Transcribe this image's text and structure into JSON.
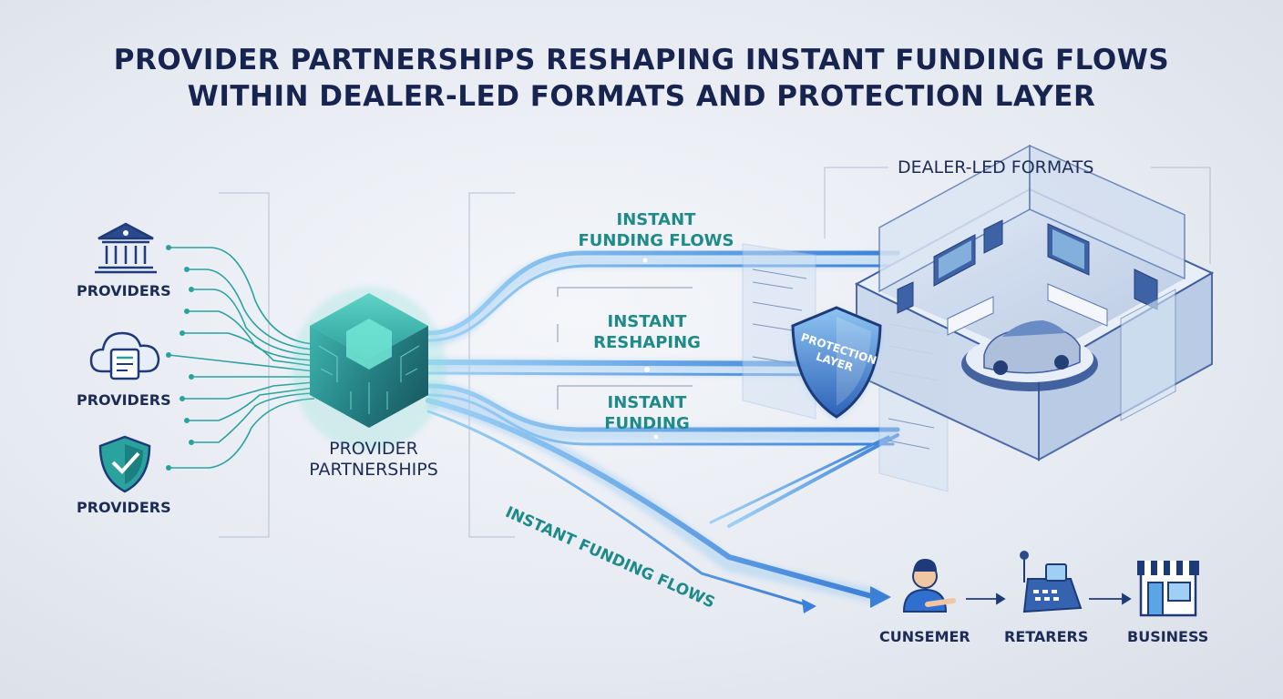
{
  "title": {
    "line1": "PROVIDER PARTNERSHIPS RESHAPING INSTANT FUNDING FLOWS",
    "line2": "WITHIN DEALER-LED FORMATS AND PROTECTION LAYER"
  },
  "providers": [
    {
      "icon": "bank-icon",
      "label": "PROVIDERS"
    },
    {
      "icon": "cloud-document-icon",
      "label": "PROVIDERS"
    },
    {
      "icon": "shield-check-icon",
      "label": "PROVIDERS"
    }
  ],
  "hub": {
    "icon": "hexagon-cube-icon",
    "line1": "PROVIDER",
    "line2": "PARTNERSHIPS"
  },
  "flows": [
    {
      "line1": "INSTANT",
      "line2": "FUNDING FLOWS"
    },
    {
      "line1": "INSTANT",
      "line2": "RESHAPING"
    },
    {
      "line1": "INSTANT",
      "line2": "FUNDING"
    }
  ],
  "diagonal_flow": "INSTANT FUNDING FLOWS",
  "dealer": {
    "label": "DEALER-LED FORMATS",
    "icon": "showroom-car-icon"
  },
  "protection": {
    "line1": "PROTECTION",
    "line2": "LAYER",
    "icon": "shield-icon"
  },
  "chain": [
    {
      "icon": "consumer-icon",
      "label": "CUNSEMER"
    },
    {
      "icon": "payment-terminal-icon",
      "label": "RETARERS"
    },
    {
      "icon": "storefront-icon",
      "label": "BUSINESS"
    }
  ],
  "colors": {
    "navy": "#17244f",
    "teal": "#1e8a8a",
    "flow": "#4a8ee0",
    "hub": "#2a9d9a"
  }
}
